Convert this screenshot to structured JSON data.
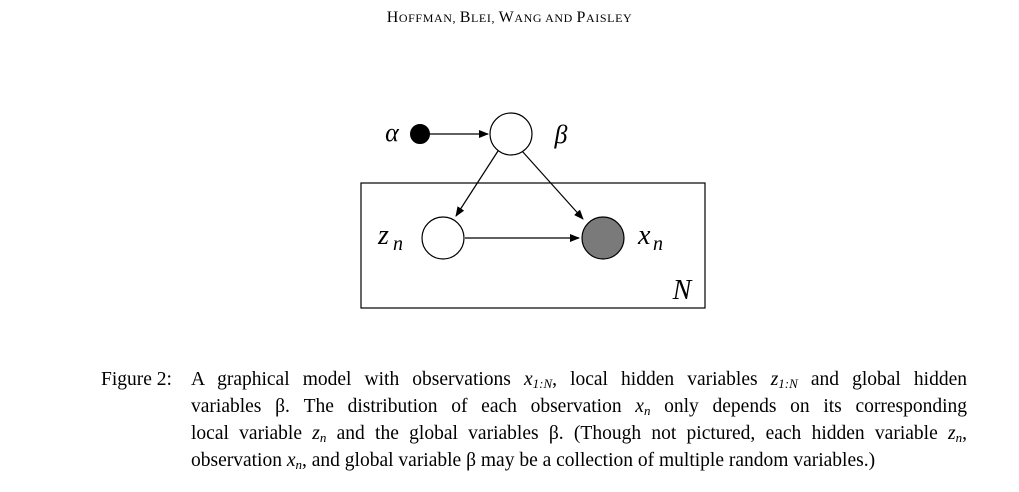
{
  "header": {
    "authors": [
      {
        "first": "H",
        "rest": "OFFMAN"
      },
      {
        "first": "B",
        "rest": "LEI"
      },
      {
        "first": "W",
        "rest": "ANG"
      },
      {
        "first": "P",
        "rest": "AISLEY"
      }
    ],
    "sep_comma": ", ",
    "sep_and": " AND "
  },
  "diagram": {
    "nodes": {
      "alpha": {
        "label": "α",
        "observed": "fixed-hyperparameter"
      },
      "beta": {
        "label": "β",
        "observed": "latent"
      },
      "z": {
        "label": "z",
        "subscript": "n",
        "observed": "latent"
      },
      "x": {
        "label": "x",
        "subscript": "n",
        "observed": "observed"
      }
    },
    "plate_label": "N",
    "colors": {
      "observed_fill": "#7a7a7a",
      "hyper_fill": "#000000",
      "latent_fill": "#ffffff",
      "stroke": "#000000"
    }
  },
  "caption": {
    "label": "Figure 2:",
    "line1_a": "A graphical model with observations ",
    "line1_x": "x",
    "line1_xsub": "1:N",
    "line1_b": ", local hidden variables ",
    "line1_z": "z",
    "line1_zsub": "1:N",
    "line1_c": " and global hidden",
    "line2_a": "variables β.  The distribution of each observation ",
    "line2_x": "x",
    "line2_xsub": "n",
    "line2_b": " only depends on its corresponding",
    "line3_a": "local variable ",
    "line3_z": "z",
    "line3_zsub": "n",
    "line3_b": " and the global variables β. (Though not pictured, each hidden variable ",
    "line3_z2": "z",
    "line3_z2sub": "n",
    "line3_c": ",",
    "line4_a": "observation ",
    "line4_x": "x",
    "line4_xsub": "n",
    "line4_b": ", and global variable β may be a collection of multiple random variables.)"
  }
}
